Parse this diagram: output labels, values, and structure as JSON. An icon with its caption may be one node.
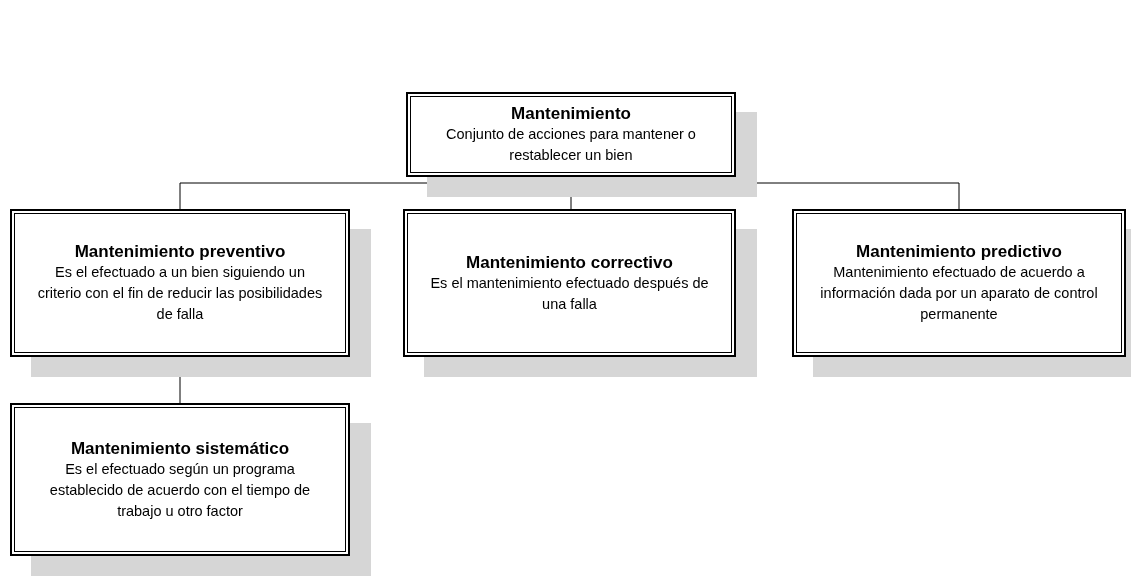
{
  "diagram": {
    "nodes": [
      {
        "text": [
          "Mantenimiento",
          "Conjunto de acciones para mantener o restablecer un bien"
        ]
      },
      {
        "text": [
          "Mantenimiento preventivo",
          "Es el efectuado a un bien siguiendo un criterio con el fin de reducir las posibilidades de falla"
        ]
      },
      {
        "text": [
          "Mantenimiento correctivo",
          "Es el mantenimiento efectuado después de una falla"
        ]
      },
      {
        "text": [
          "Mantenimiento predictivo",
          "Mantenimiento efectuado de acuerdo a información dada por un aparato de control permanente"
        ]
      },
      {
        "text": [
          "Mantenimiento sistemático",
          "Es el efectuado según un programa establecido de acuerdo con el tiempo de trabajo u otro factor"
        ]
      }
    ],
    "edges": [
      {
        "from": 0,
        "to": 1,
        "arrow": "none"
      },
      {
        "from": 0,
        "to": 2,
        "arrow": "none"
      },
      {
        "from": 0,
        "to": 3,
        "arrow": "none"
      },
      {
        "from": 1,
        "to": 4,
        "arrow": "none"
      }
    ]
  }
}
